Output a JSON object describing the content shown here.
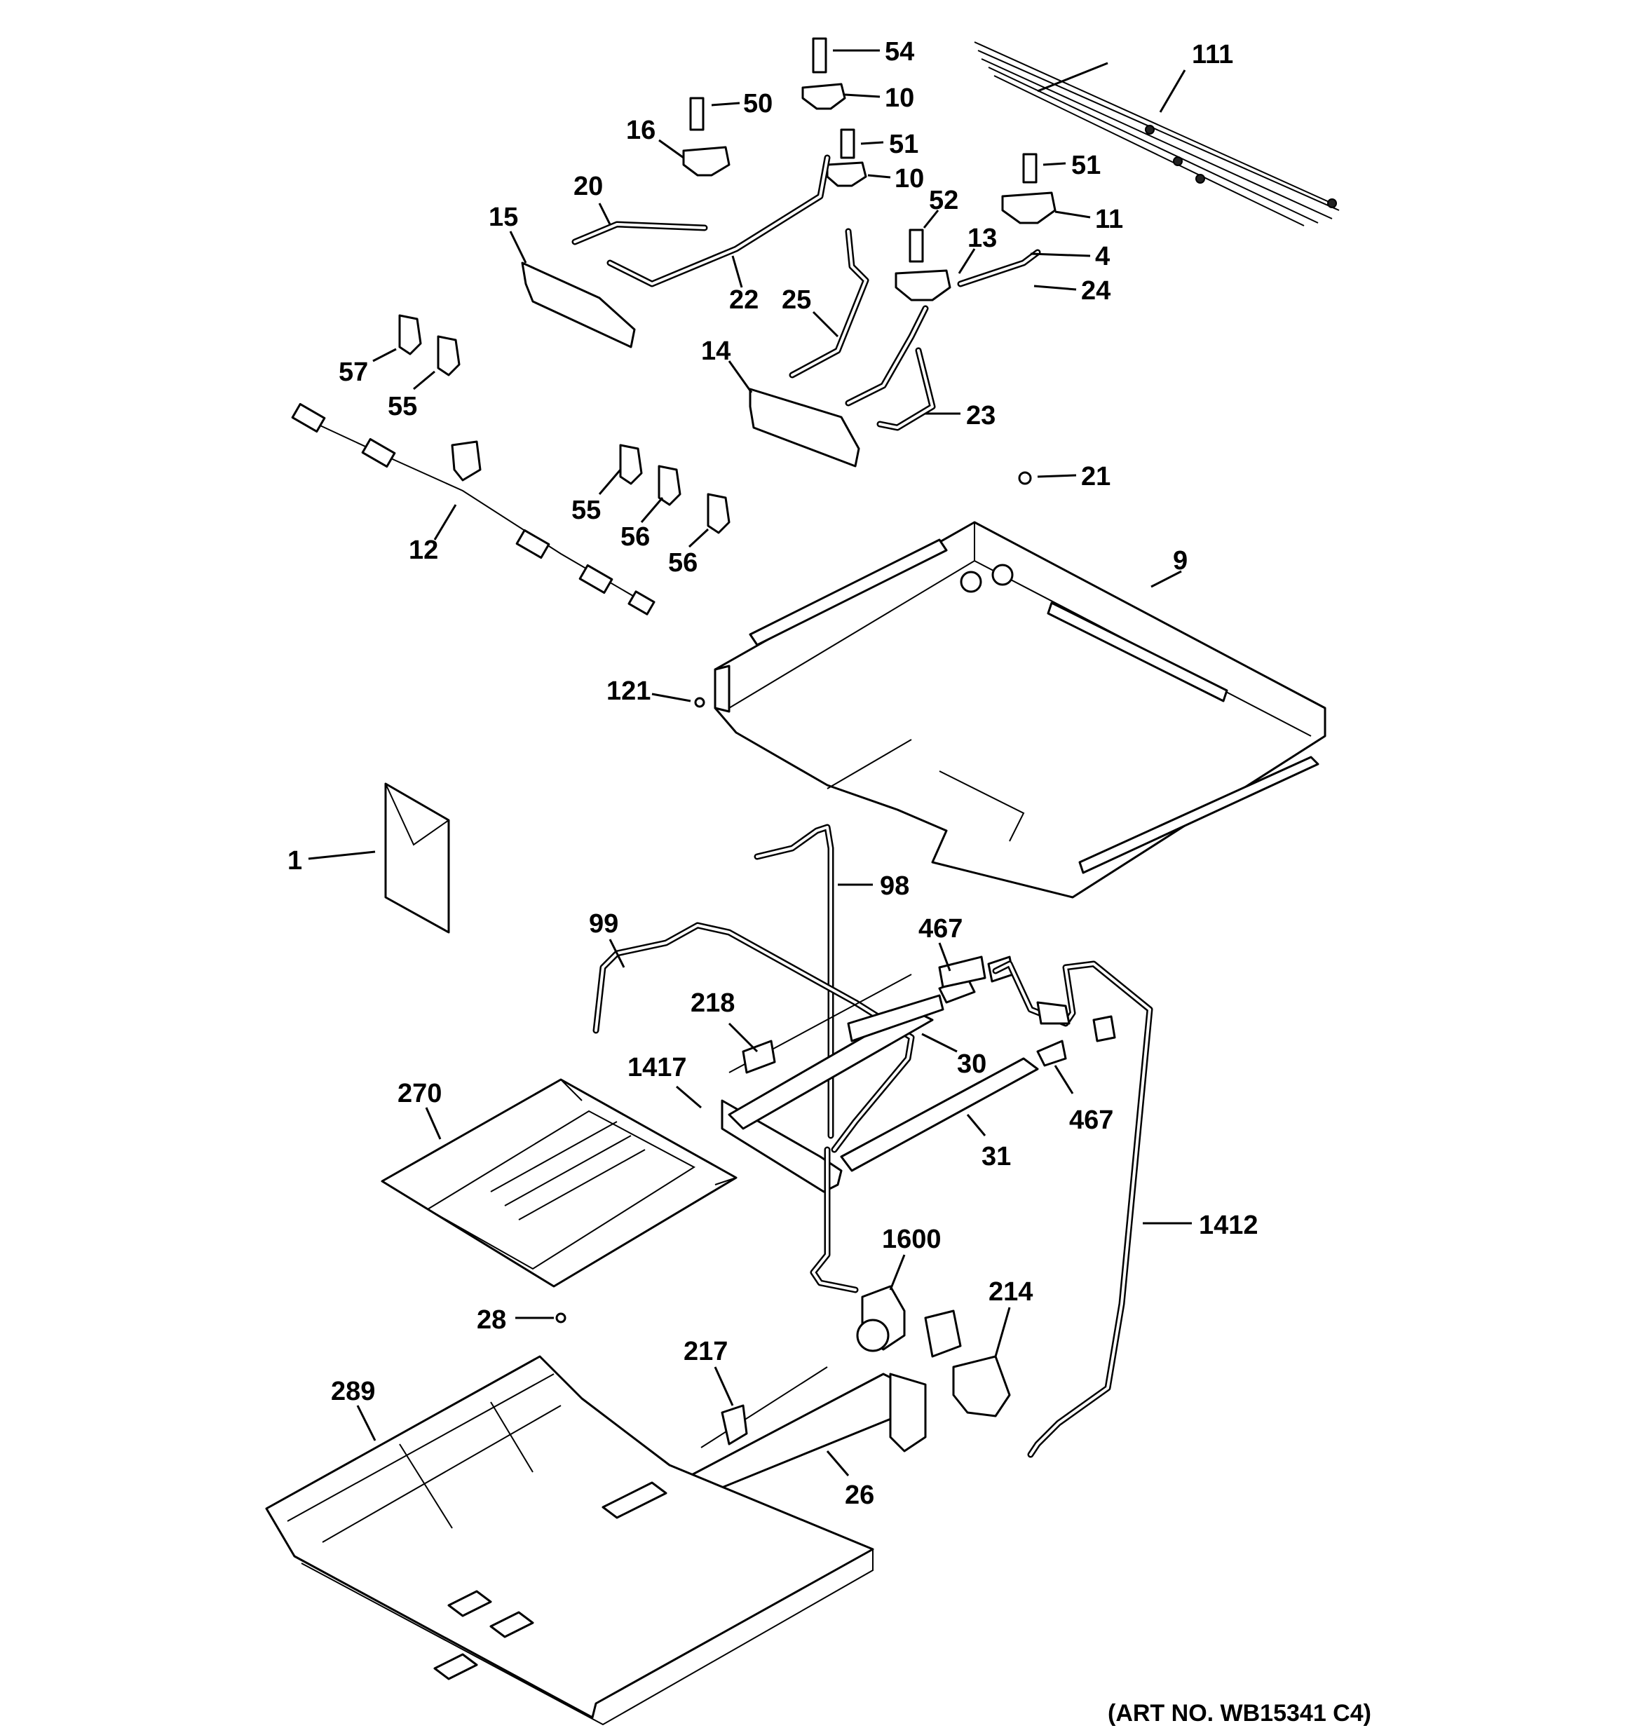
{
  "art_number": "(ART NO. WB15341 C4)",
  "callouts": {
    "p54": "54",
    "p111": "111",
    "p10a": "10",
    "p50": "50",
    "p16": "16",
    "p51a": "51",
    "p10b": "10",
    "p51b": "51",
    "p20": "20",
    "p15": "15",
    "p52": "52",
    "p11": "11",
    "p13": "13",
    "p4": "4",
    "p24": "24",
    "p22": "22",
    "p25": "25",
    "p57": "57",
    "p55a": "55",
    "p14": "14",
    "p23": "23",
    "p21": "21",
    "p55b": "55",
    "p56a": "56",
    "p56b": "56",
    "p12": "12",
    "p9": "9",
    "p121": "121",
    "p1": "1",
    "p98": "98",
    "p99": "99",
    "p467a": "467",
    "p218": "218",
    "p30": "30",
    "p1417": "1417",
    "p270": "270",
    "p31": "31",
    "p467b": "467",
    "p1412": "1412",
    "p1600": "1600",
    "p214": "214",
    "p28": "28",
    "p217": "217",
    "p289": "289",
    "p26": "26"
  }
}
